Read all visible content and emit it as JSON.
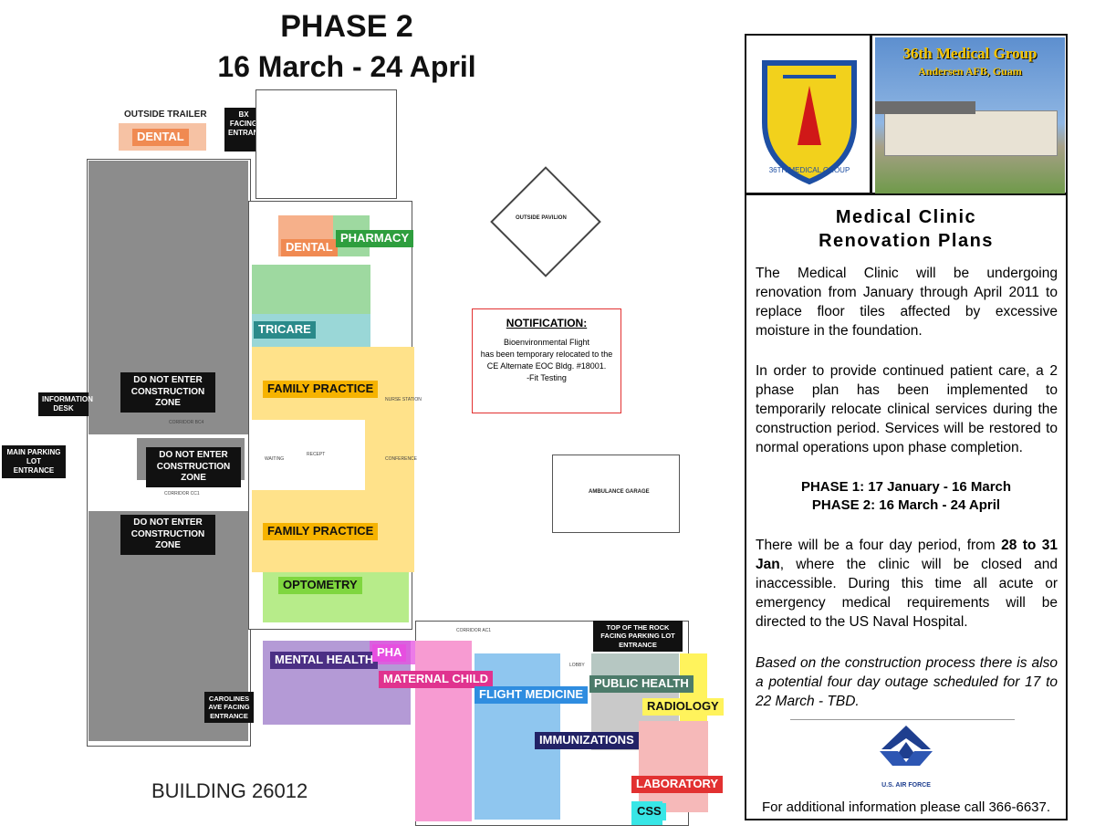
{
  "header": {
    "title_line1": "PHASE 2",
    "title_line2": "16 March - 24 April"
  },
  "floorplan": {
    "outside_trailer": "OUTSIDE TRAILER",
    "trailer_dental": "DENTAL",
    "bx_entrance": "BX FACING ENTRANCE",
    "outside_pavilion": "OUTSIDE PAVILION",
    "info_desk": "INFORMATION DESK",
    "main_parking": "MAIN PARKING LOT ENTRANCE",
    "dne_top": "DO NOT ENTER CONSTRUCTION ZONE",
    "dne_mid": "DO NOT ENTER CONSTRUCTION ZONE",
    "dne_bottom": "DO NOT ENTER CONSTRUCTION ZONE",
    "ambulance_garage": "AMBULANCE GARAGE",
    "top_rock": "TOP OF THE ROCK FACING PARKING LOT ENTRANCE",
    "carolines": "CAROLINES AVE FACING ENTRANCE",
    "building": "BUILDING 26012",
    "zones": {
      "dental": "DENTAL",
      "pharmacy": "PHARMACY",
      "tricare": "TRICARE",
      "family_practice_1": "FAMILY PRACTICE",
      "family_practice_2": "FAMILY PRACTICE",
      "optometry": "OPTOMETRY",
      "mental_health": "MENTAL HEALTH",
      "pha": "PHA",
      "maternal_child": "MATERNAL CHILD",
      "flight_medicine": "FLIGHT MEDICINE",
      "immunizations": "IMMUNIZATIONS",
      "public_health": "PUBLIC HEALTH",
      "radiology": "RADIOLOGY",
      "laboratory": "LABORATORY",
      "css": "CSS"
    },
    "notification": {
      "title": "NOTIFICATION:",
      "line1": "Bioenvironmental Flight",
      "line2": "has been temporary relocated to the",
      "line3": "CE Alternate EOC Bldg. #18001.",
      "line4": "-Fit Testing"
    },
    "room_tags": {
      "corridor_b": "CORRIDOR BC4",
      "waiting": "WAITING",
      "recept": "RECEPT",
      "corridor_c": "CORRIDOR CC1",
      "corridor_ac": "CORRIDOR AC1",
      "lobby": "LOBBY",
      "conference": "CONFERENCE",
      "nurse": "NURSE STATION"
    },
    "colors": {
      "construction": "#8c8c8c",
      "dental": "#f08a52",
      "pharmacy": "#2e9e3e",
      "tricare_block": "#9ad7d7",
      "tricare_label": "#2a8a8a",
      "family_practice": "#ffe28a",
      "family_label": "#f6b300",
      "optometry": "#b7ec8a",
      "optometry_label": "#7fd63f",
      "mental_health": "#b49ad6",
      "mental_label": "#4b2f84",
      "pha": "#e64fe0",
      "maternal_child": "#f79bd2",
      "maternal_label": "#e0338f",
      "flight_medicine": "#8fc6ef",
      "flight_label": "#2f8de0",
      "immunizations_label": "#222266",
      "public_health": "#b6c7c2",
      "public_label": "#4c7b6a",
      "radiology": "#fff35c",
      "laboratory": "#f6b9b9",
      "laboratory_label": "#e23131",
      "css": "#38e6e6"
    }
  },
  "panel": {
    "photo_title": "36th Medical Group",
    "photo_subtitle": "Andersen AFB, Guam",
    "crest_text": "36TH MEDICAL GROUP",
    "heading1": "Medical Clinic",
    "heading2": "Renovation Plans",
    "para1": "The Medical Clinic will be undergoing renovation from January through April 2011 to replace floor tiles affected by excessive moisture in the foundation.",
    "para2": "In order to provide continued patient care, a 2 phase plan has been implemented to temporarily relocate clinical services during the construction period. Services will be restored to normal operations upon phase completion.",
    "phase1": "PHASE 1:  17 January - 16 March",
    "phase2": "PHASE 2:  16 March - 24 April",
    "para3_a": "There will be a four day period, from ",
    "para3_bold": "28 to 31 Jan",
    "para3_b": ", where the clinic will be closed and inaccessible. During this time all acute or emergency medical requirements will be directed to the US Naval Hospital.",
    "para4": "Based on the construction process there is also a potential four day outage scheduled for 17 to 22 March - TBD.",
    "af_label": "U.S. AIR FORCE",
    "footer": "For additional information please call 366-6637."
  }
}
